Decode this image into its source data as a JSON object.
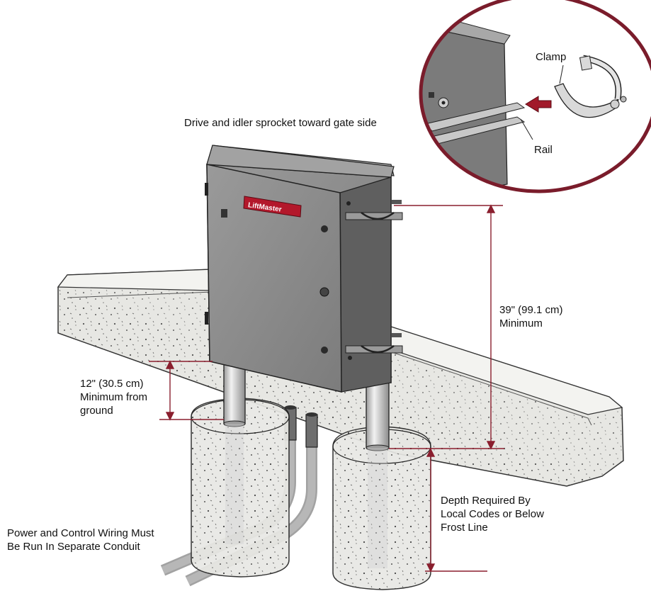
{
  "labels": {
    "sprocket": "Drive and idler sprocket toward gate side",
    "clamp": "Clamp",
    "rail": "Rail",
    "height_min": "39\" (99.1 cm)\nMinimum",
    "ground_min": "12\" (30.5 cm)\nMinimum from\nground",
    "depth": "Depth Required By\nLocal Codes or Below\nFrost Line",
    "wiring": "Power and Control Wiring Must\nBe Run In Separate Conduit",
    "brand": "LiftMaster"
  },
  "colors": {
    "dimension": "#8a1f2e",
    "inset_border": "#7a1c2b",
    "brand_red": "#b3182b",
    "box_face": "#8a8a8a",
    "box_side": "#5e5e5e",
    "concrete": "#e6e6e2",
    "pipe": "#cfcfcf",
    "arrow": "#a11a2a"
  }
}
